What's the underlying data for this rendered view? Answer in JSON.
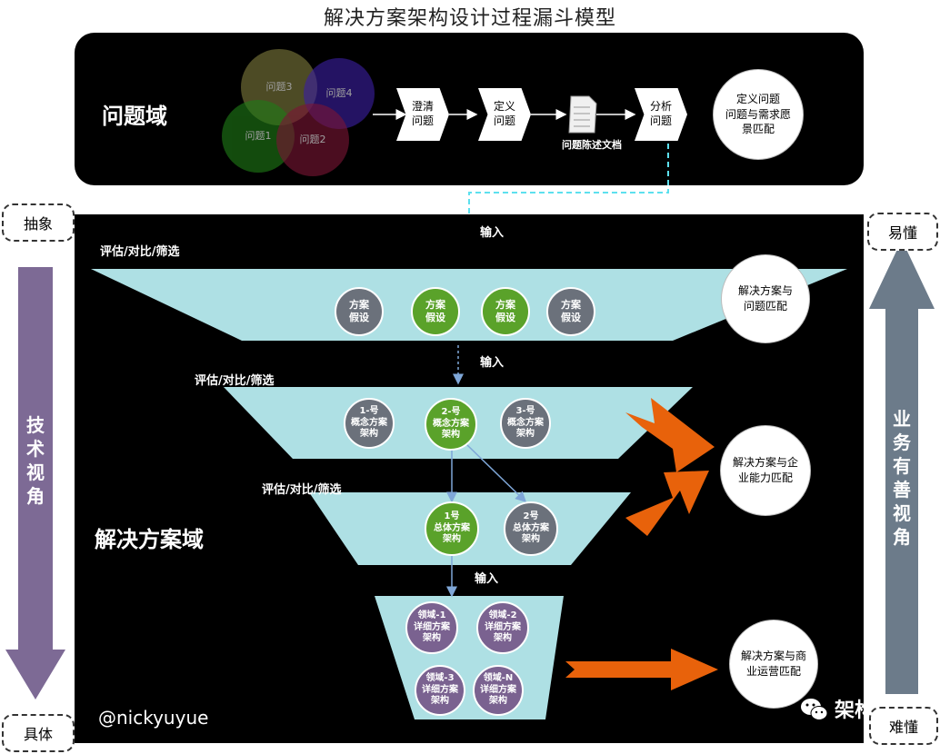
{
  "title": "解决方案架构设计过程漏斗模型",
  "problem_domain": {
    "label": "问题域",
    "venn": [
      "问题3",
      "问题4",
      "问题1",
      "问题2"
    ],
    "steps": [
      "澄清\n问题",
      "定义\n问题",
      "分析\n问题"
    ],
    "doc_label": "问题陈述文档",
    "match": "定义问题\n问题与需求愿\n景匹配"
  },
  "solution_domain": {
    "label": "解决方案域",
    "input_label": "输入",
    "evaluate_label": "评估/对比/筛选",
    "stage1": [
      "方案\n假设",
      "方案\n假设",
      "方案\n假设",
      "方案\n假设"
    ],
    "stage2": [
      "1-号\n概念方案\n架构",
      "2-号\n概念方案\n架构",
      "3-号\n概念方案\n架构"
    ],
    "stage3": [
      "1号\n总体方案\n架构",
      "2号\n总体方案\n架构"
    ],
    "stage4": [
      "领域-1\n详细方案\n架构",
      "领域-2\n详细方案\n架构",
      "领域-3\n详细方案\n架构",
      "领域-N\n详细方案\n架构"
    ],
    "match1": "解决方案与\n问题匹配",
    "match2": "解决方案与企\n业能力匹配",
    "match3": "解决方案与商\n业运营匹配"
  },
  "left_axis": {
    "top": "抽象",
    "bottom": "具体",
    "label": "技\n术\n视\n角"
  },
  "right_axis": {
    "top": "易懂",
    "bottom": "难懂",
    "label": "业\n务\n有\n善\n视\n角"
  },
  "credit": "@nickyuyue",
  "brand": "架构师",
  "colors": {
    "funnel": "#aee0e4",
    "green": "#5aa22a",
    "gray": "#6b717b",
    "purple": "#7a6290",
    "orange": "#e8620b",
    "axis_left": "#7d6a95",
    "axis_right": "#6c7b8a",
    "dashed_line": "#5de0ee"
  }
}
